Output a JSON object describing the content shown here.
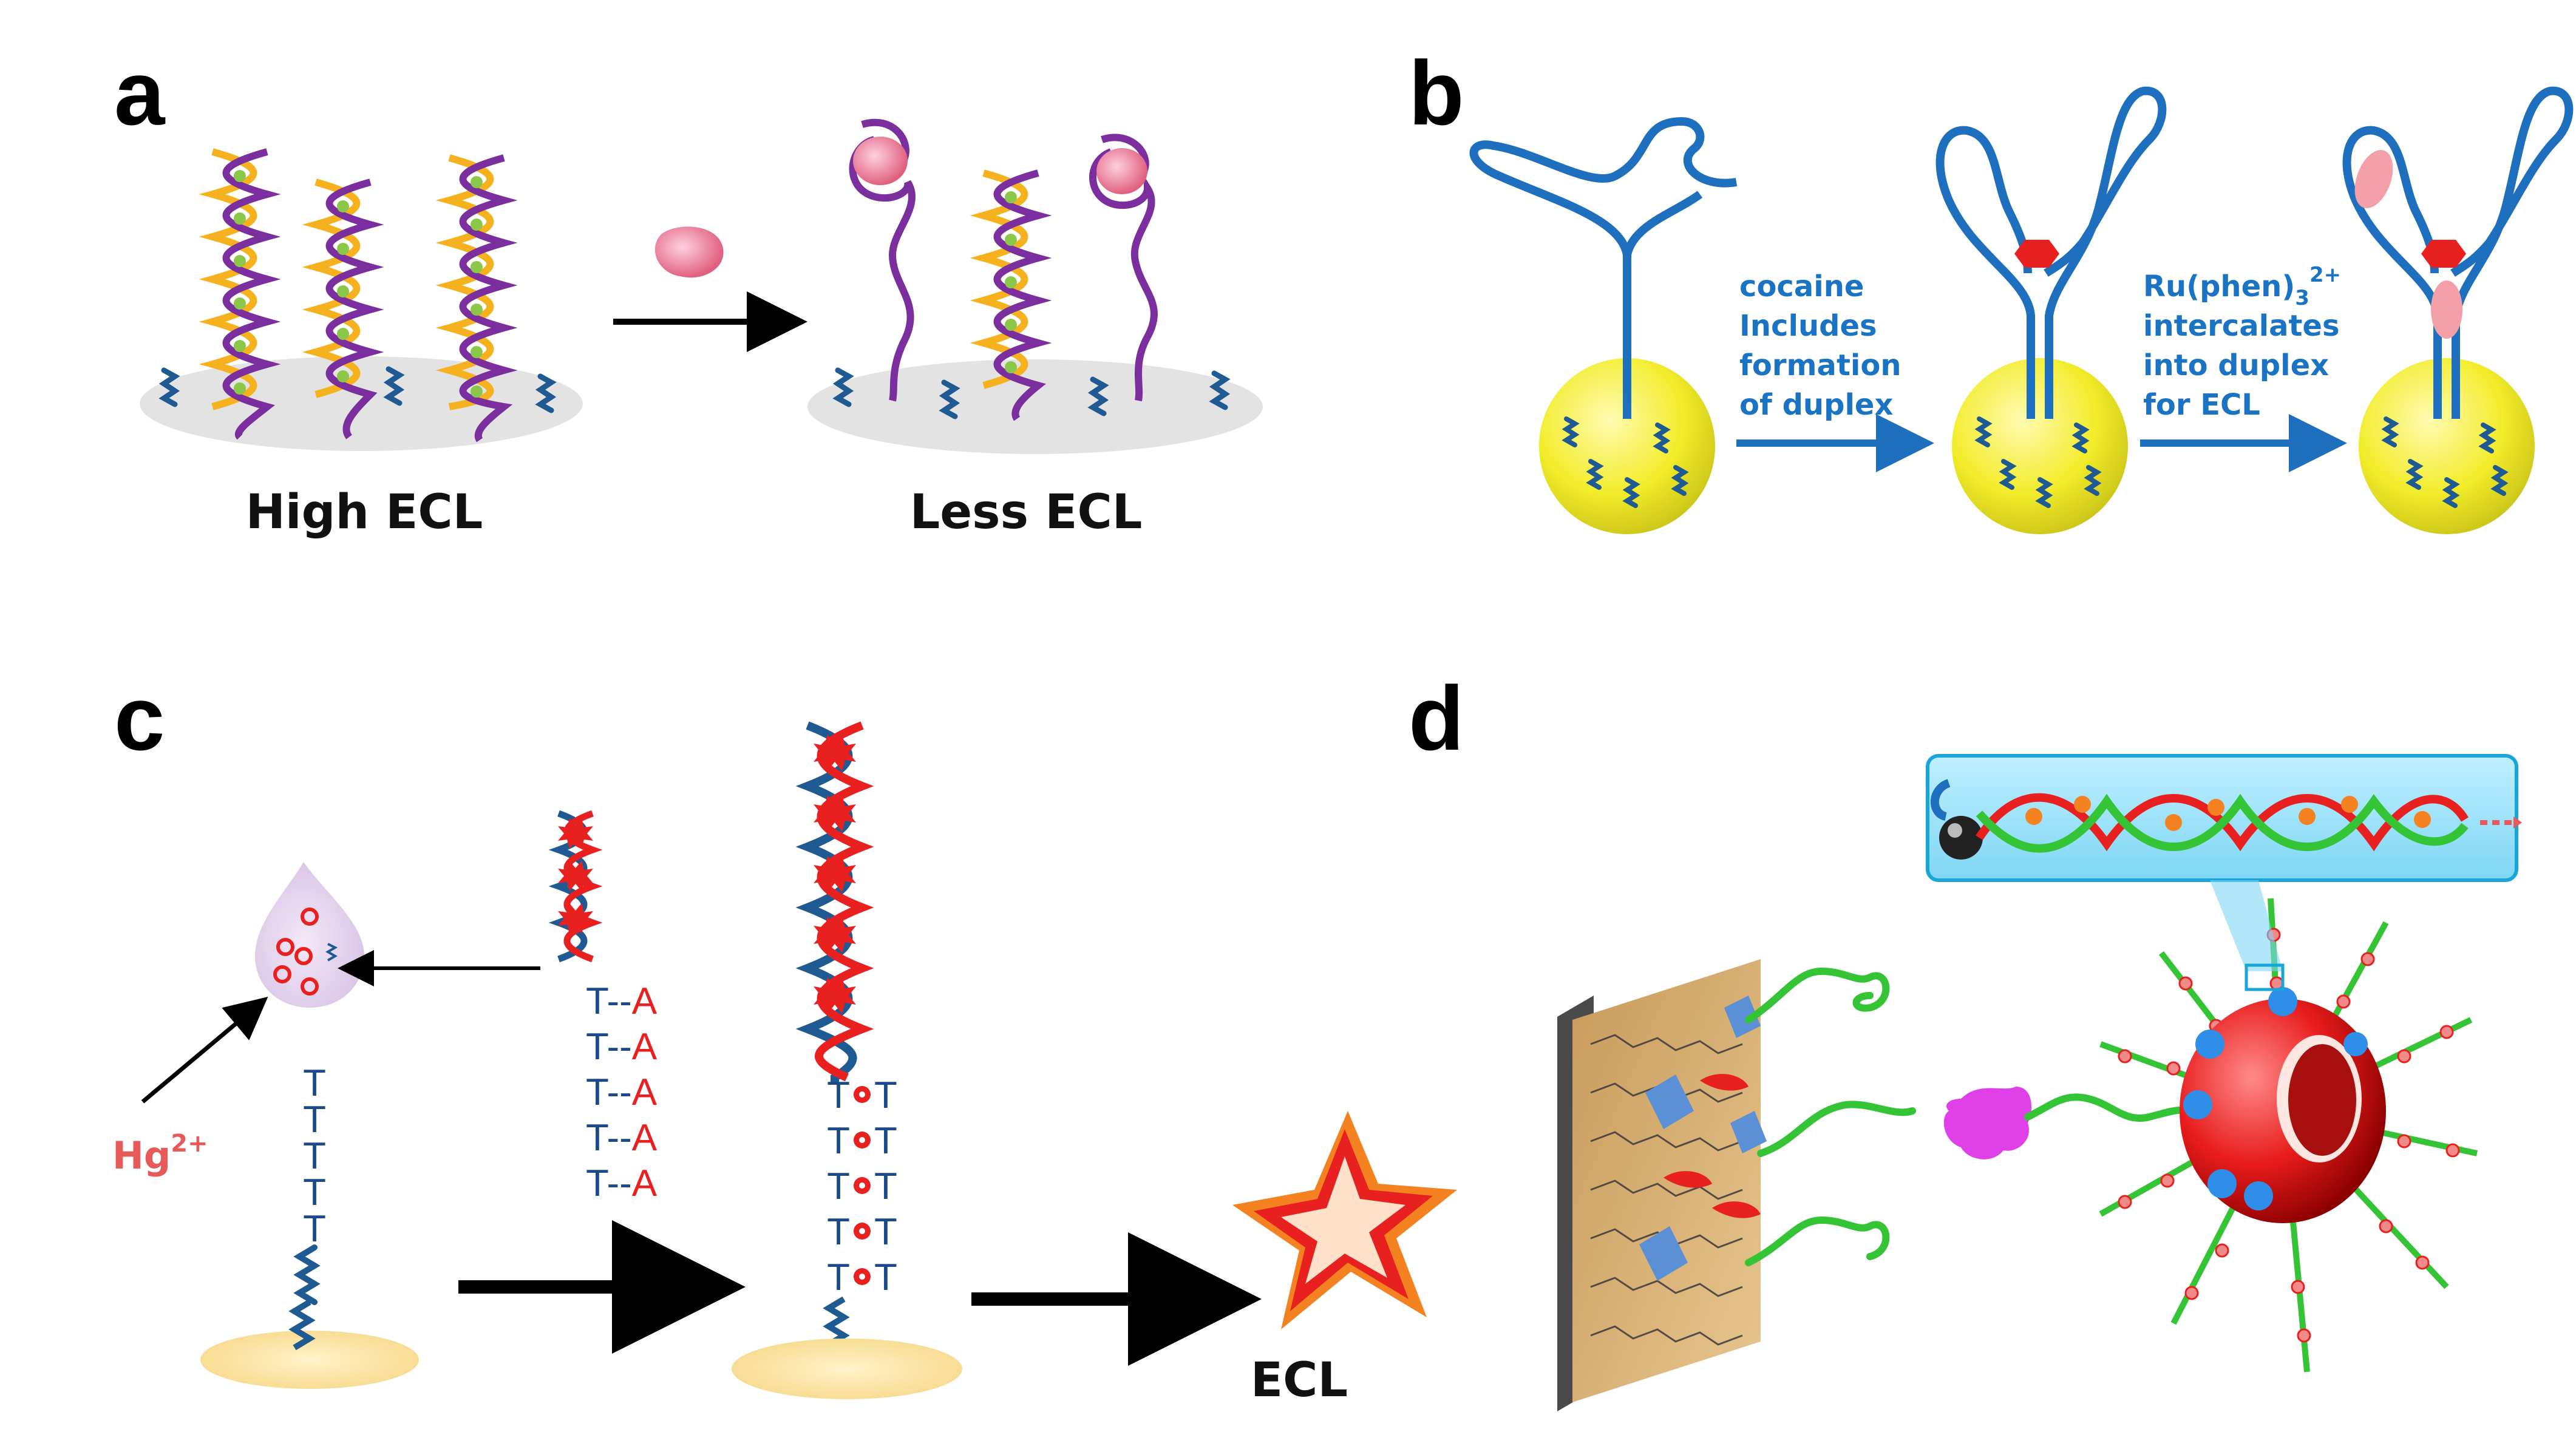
{
  "panels": {
    "a": {
      "letter": "a",
      "left_caption": "High ECL",
      "right_caption": "Less ECL"
    },
    "b": {
      "letter": "b",
      "step1_lines": [
        "cocaine",
        "Includes",
        "formation",
        "of duplex"
      ],
      "step2_line1": "Ru(phen)",
      "step2_sub": "3",
      "step2_sup": "2+",
      "step2_lines": [
        "intercalates",
        "into duplex",
        "for ECL"
      ]
    },
    "c": {
      "letter": "c",
      "ion_label": "Hg",
      "ion_sup": "2+",
      "poly_t": [
        "T",
        "T",
        "T",
        "T",
        "T"
      ],
      "pair_left": [
        "T",
        "T",
        "T",
        "T",
        "T"
      ],
      "pair_link": "--",
      "pair_right": [
        "A",
        "A",
        "A",
        "A",
        "A"
      ],
      "complex_left": [
        "T",
        "T",
        "T",
        "T",
        "T"
      ],
      "complex_right": [
        "T",
        "T",
        "T",
        "T",
        "T"
      ],
      "output_label": "ECL"
    },
    "d": {
      "letter": "d"
    }
  },
  "colors": {
    "strand_blue": "#1f5a92",
    "helix_orange": "#f5b21e",
    "helix_purple": "#7b2e9e",
    "bead_yellow": "#f2ec2a",
    "aptamer_blue": "#1f6fbf",
    "hg_red": "#e8201f",
    "annotation_blue": "#1b73c4"
  }
}
